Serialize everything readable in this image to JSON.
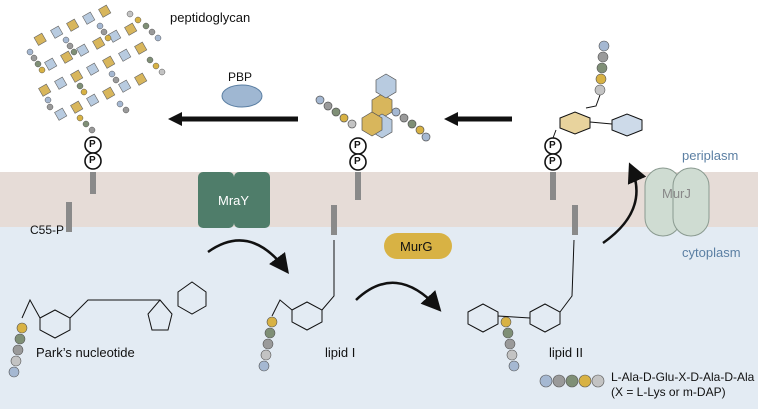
{
  "labels": {
    "peptidoglycan": "peptidoglycan",
    "pbp": "PBP",
    "mray": "MraY",
    "murg": "MurG",
    "murj": "MurJ",
    "periplasm": "periplasm",
    "cytoplasm": "cytoplasm",
    "c55p": "C55-P",
    "parks": "Park’s nucleotide",
    "lipid1": "lipid I",
    "lipid2": "lipid II",
    "legend_line1": "L-Ala-D-Glu-X-D-Ala-D-Ala",
    "legend_line2": "(X = L-Lys or m-DAP)",
    "phosphate_symbol": "P"
  },
  "colors": {
    "periplasm_band": "#e6dcd7",
    "cytoplasm_bg": "#e3ebf3",
    "mray": "#4f7d6a",
    "murg": "#d8b244",
    "murj": "#cfdcd2",
    "pbp": "#9fb7d2",
    "pep_ala": "#a5b8d2",
    "pep_glu": "#9a9a9a",
    "pep_x": "#7f8f76",
    "pep_dala1": "#d8b244",
    "pep_dala2": "#c3c3c3",
    "sugar_mur": "#d8b65c",
    "sugar_glc": "#b8cbe0"
  }
}
